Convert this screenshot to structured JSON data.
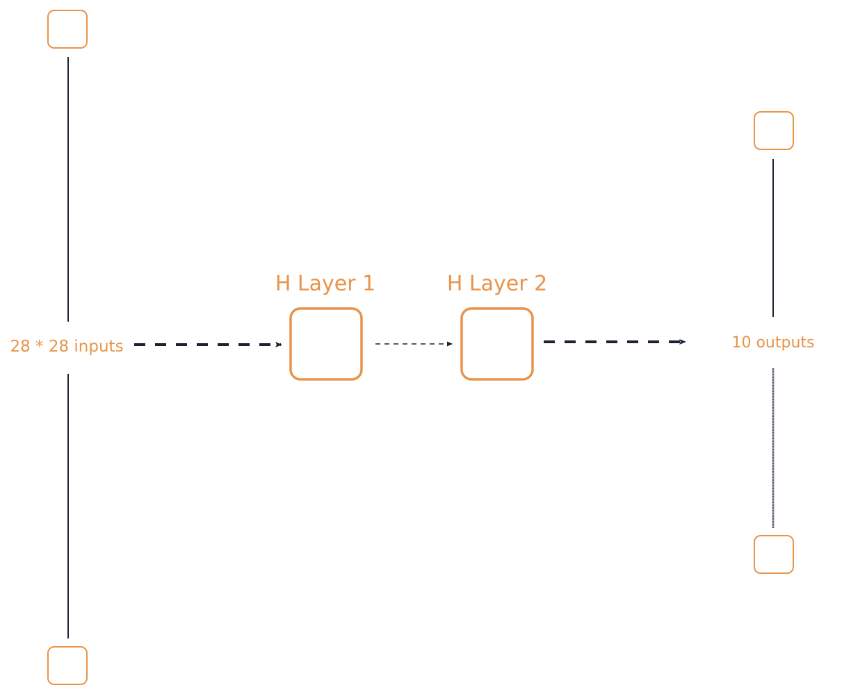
{
  "labels": {
    "input": "28 * 28 inputs",
    "hidden1": "H Layer 1",
    "hidden2": "H Layer 2",
    "output": "10 outputs"
  },
  "colors": {
    "node": "#e8944a",
    "line": "#1a2233"
  }
}
